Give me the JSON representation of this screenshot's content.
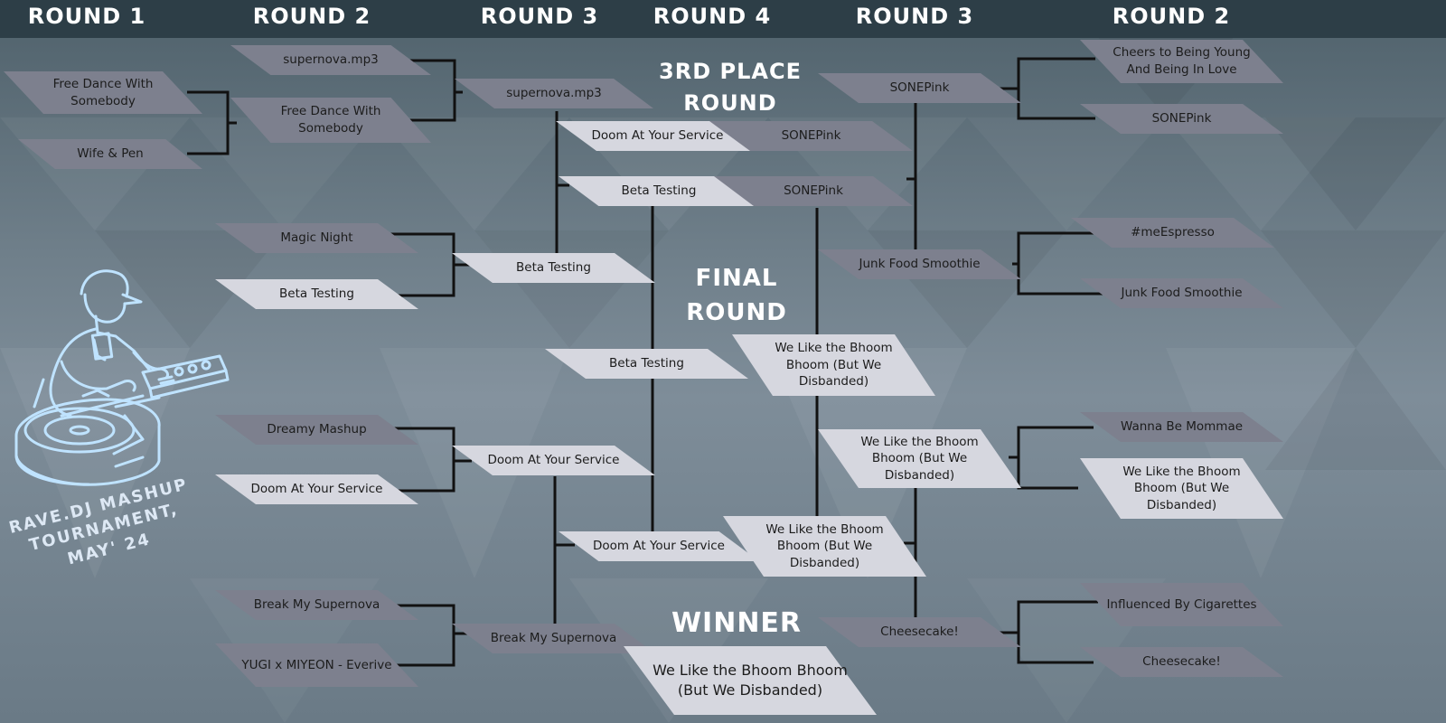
{
  "headers": {
    "r1": "ROUND 1",
    "r2_left": "ROUND 2",
    "r3_left": "ROUND 3",
    "r4": "ROUND 4",
    "r3_right": "ROUND 3",
    "r2_right": "ROUND 2"
  },
  "titles": {
    "third_place": "3RD PLACE\nROUND",
    "final": "FINAL\nROUND",
    "winner": "WINNER"
  },
  "caption": "RAVE.DJ MASHUP\nTOURNAMENT,\nMAY' 24",
  "left": {
    "r1": [
      "Free Dance With Somebody",
      "Wife & Pen"
    ],
    "r2": [
      "supernova.mp3",
      "Free Dance With Somebody",
      "Magic Night",
      "Beta Testing",
      "Dreamy Mashup",
      "Doom At Your Service",
      "Break My Supernova",
      "YUGI x MIYEON - Everive"
    ],
    "r3": [
      "supernova.mp3",
      "Beta Testing",
      "Doom At Your Service",
      "Break My Supernova"
    ]
  },
  "right": {
    "r2": [
      "Cheers to Being Young And Being In Love",
      "SONEPink",
      "#meEspresso",
      "Junk Food Smoothie",
      "Wanna Be Mommae",
      "We Like the Bhoom Bhoom (But We Disbanded)",
      "Influenced By Cigarettes",
      "Cheesecake!"
    ],
    "r3": [
      "SONEPink",
      "Junk Food Smoothie",
      "We Like the Bhoom Bhoom (But We Disbanded)",
      "Cheesecake!"
    ]
  },
  "center": {
    "third_place_left": "Doom At Your Service",
    "third_place_right": "SONEPink",
    "semi_left": "Beta Testing",
    "semi_right": "SONEPink",
    "final_left": "Beta Testing",
    "final_right": "We Like the Bhoom Bhoom (But We Disbanded)",
    "r4_left_low": "Doom At Your Service",
    "r4_right_low": "We Like the Bhoom Bhoom (But We Disbanded)",
    "winner": "We Like the Bhoom Bhoom (But We Disbanded)"
  },
  "colors": {
    "header": "#2d3e47",
    "dark_cell": "#7d808e",
    "light_cell": "#d6d7df",
    "line": "#111111",
    "dj_outline": "#bfe3ff"
  },
  "icons": {
    "dj": "dj-turntable-illustration"
  }
}
